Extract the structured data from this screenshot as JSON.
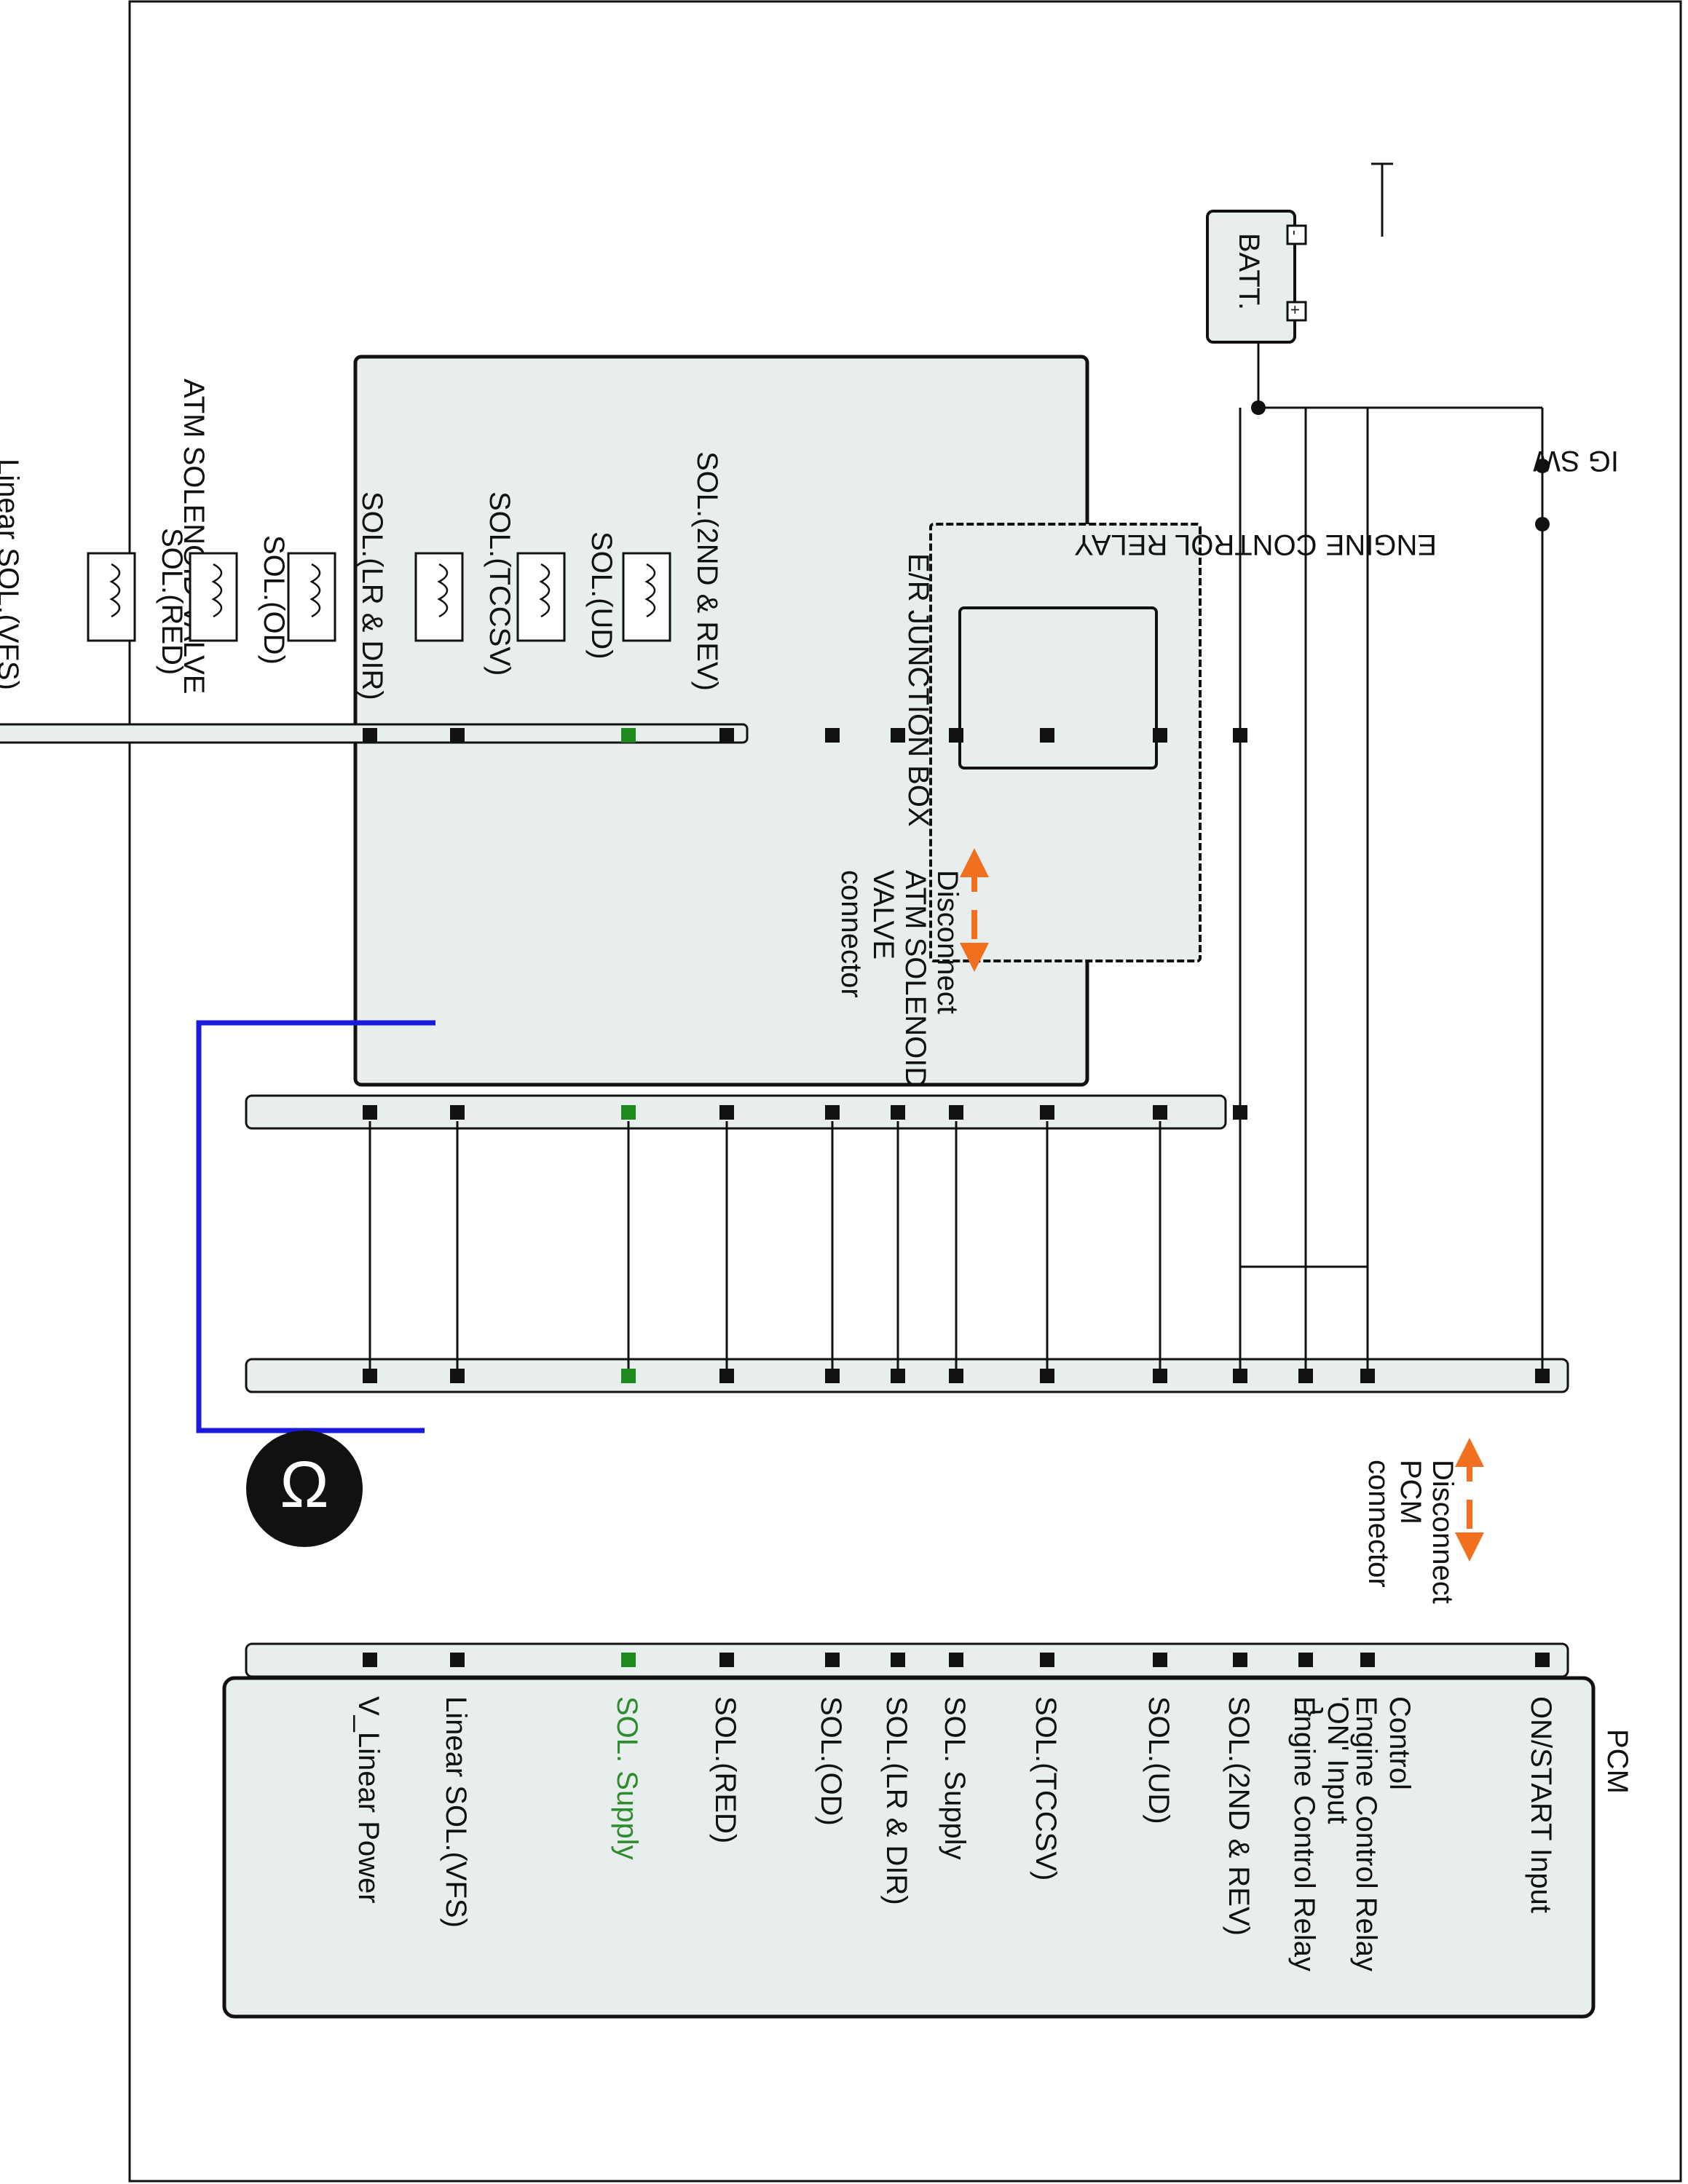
{
  "labels": {
    "ig_sw": "IG SW",
    "batt": "BATT.",
    "batt_minus": "-",
    "batt_plus": "+",
    "ecr_title": "ENGINE CONTROL RELAY",
    "er_box": "E/R JUNCTION BOX",
    "atm_title": "ATM SOLENOID VALVE",
    "pcm_title": "PCM"
  },
  "solenoids": [
    "SOL.(2ND & REV)",
    "SOL.(UD)",
    "SOL.(TCCSV)",
    "SOL.(LR & DIR)",
    "SOL.(OD)",
    "SOL.(RED)",
    "Linear SOL.(VFS)"
  ],
  "disconnect_atm": [
    "Disconnect",
    "ATM SOLENOID",
    "VALVE",
    "connector"
  ],
  "disconnect_pcm": [
    "Disconnect",
    "PCM",
    "connector"
  ],
  "pcm_pins": [
    {
      "label": [
        "ON/START Input"
      ],
      "highlight": false
    },
    {
      "label": [
        "Engine Control Relay",
        "Control"
      ],
      "highlight": false
    },
    {
      "label": [
        "Engine Control Relay",
        "'ON' Input"
      ],
      "highlight": false
    },
    {
      "label": [
        "SOL.(2ND & REV)"
      ],
      "highlight": false
    },
    {
      "label": [
        "SOL.(UD)"
      ],
      "highlight": false
    },
    {
      "label": [
        "SOL.(TCCSV)"
      ],
      "highlight": false
    },
    {
      "label": [
        "SOL. Supply"
      ],
      "highlight": false
    },
    {
      "label": [
        "SOL.(LR & DIR)"
      ],
      "highlight": false
    },
    {
      "label": [
        "SOL.(OD)"
      ],
      "highlight": false
    },
    {
      "label": [
        "SOL.(RED)"
      ],
      "highlight": false
    },
    {
      "label": [
        "SOL. Supply"
      ],
      "highlight": true
    },
    {
      "label": [
        "Linear SOL.(VFS)"
      ],
      "highlight": false
    },
    {
      "label": [
        "V_Linear Power"
      ],
      "highlight": false
    }
  ],
  "colors": {
    "line": "#111111",
    "box_fill": "#e8eeee",
    "highlight_pin": "#1e8a1e",
    "highlight_text": "#2e8b2e",
    "meter_lead": "#1a1adc",
    "arrow": "#f07020"
  },
  "meter_icon": "ohmmeter-icon"
}
